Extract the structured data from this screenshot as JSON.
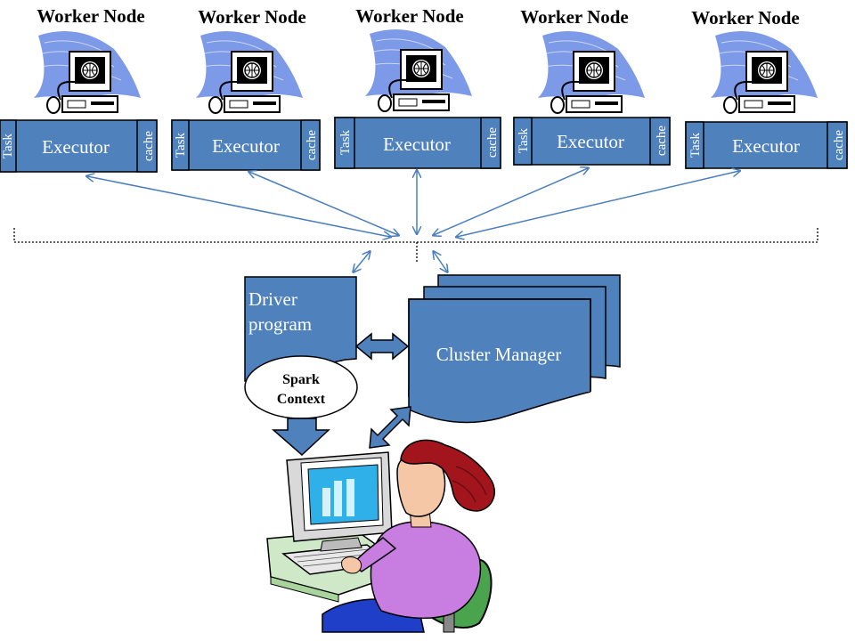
{
  "worker_nodes": [
    {
      "title": "Worker Node",
      "executor": "Executor",
      "task": "Task",
      "cache": "cache"
    },
    {
      "title": "Worker Node",
      "executor": "Executor",
      "task": "Task",
      "cache": "cache"
    },
    {
      "title": "Worker Node",
      "executor": "Executor",
      "task": "Task",
      "cache": "cache"
    },
    {
      "title": "Worker Node",
      "executor": "Executor",
      "task": "Task",
      "cache": "cache"
    },
    {
      "title": "Worker Node",
      "executor": "Executor",
      "task": "Task",
      "cache": "cache"
    }
  ],
  "driver": {
    "line1": "Driver",
    "line2": "program"
  },
  "spark_context": {
    "line1": "Spark",
    "line2": "Context"
  },
  "cluster_manager": {
    "label": "Cluster Manager"
  },
  "colors": {
    "box_fill": "#4f81bd",
    "box_stroke": "#000000",
    "arrow": "#4a7ebb",
    "swoosh": "#6f8fe6",
    "screen": "#2fb0e8",
    "shirt": "#c77ee0",
    "hair": "#a3151c",
    "chair": "#4aa44e",
    "desk": "#cfe9c8",
    "pants": "#1f3fc8"
  }
}
